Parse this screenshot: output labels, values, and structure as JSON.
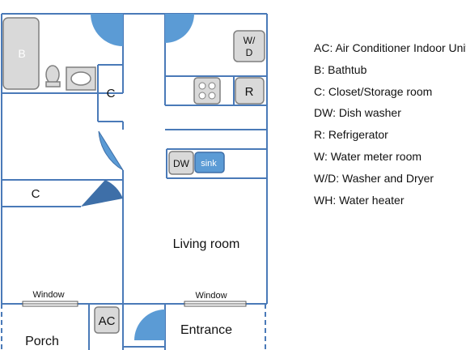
{
  "rooms": {
    "closet_top": "C",
    "closet_left": "C",
    "living_room": "Living room",
    "porch": "Porch",
    "entrance": "Entrance"
  },
  "fixtures": {
    "bathtub": "B",
    "washer_dryer_line1": "W/",
    "washer_dryer_line2": "D",
    "refrigerator": "R",
    "dish_washer": "DW",
    "sink": "sink",
    "air_conditioner": "AC"
  },
  "windows": {
    "left": "Window",
    "right": "Window"
  },
  "legend": [
    "AC: Air Conditioner Indoor Unit",
    "B: Bathtub",
    "C: Closet/Storage room",
    "DW: Dish washer",
    "R: Refrigerator",
    "W: Water meter room",
    "W/D: Washer and Dryer",
    "WH: Water heater"
  ],
  "colors": {
    "wall": "#4a7ab8",
    "door_light": "#5b9bd5",
    "door_dark": "#3e6fa8",
    "fixture_fill": "#d9d9d9",
    "fixture_stroke": "#7f7f7f",
    "sink_fill": "#5b9bd5"
  }
}
